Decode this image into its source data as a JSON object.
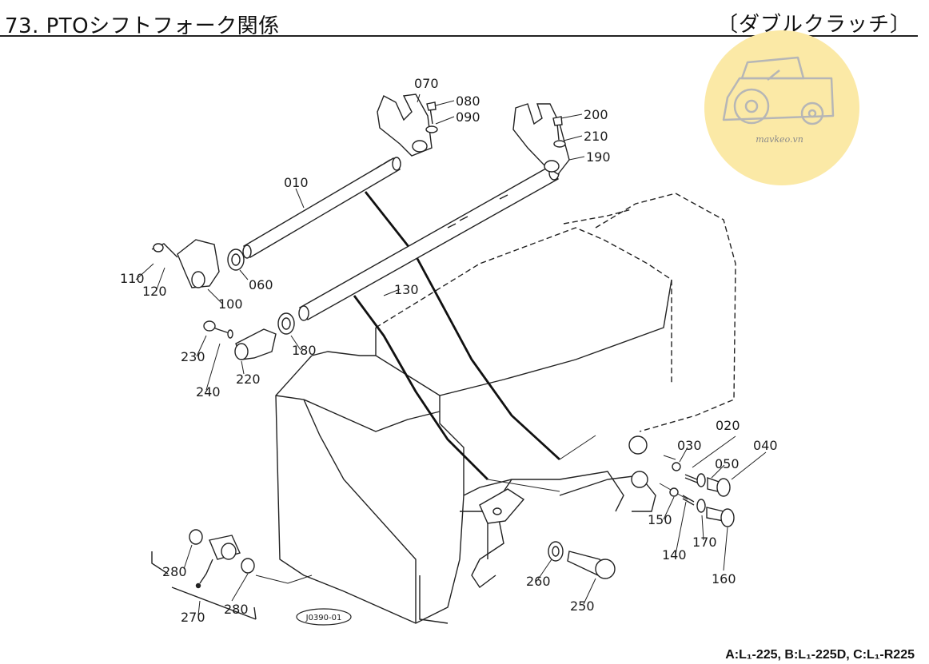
{
  "header": {
    "title": "73. PTOシフトフォーク関係",
    "subtitle": "〔ダブルクラッチ〕"
  },
  "parts": {
    "p010": "010",
    "p020": "020",
    "p030": "030",
    "p040": "040",
    "p050": "050",
    "p060": "060",
    "p070": "070",
    "p080": "080",
    "p090": "090",
    "p100": "100",
    "p110": "110",
    "p120": "120",
    "p130": "130",
    "p140": "140",
    "p150": "150",
    "p160": "160",
    "p170": "170",
    "p180": "180",
    "p190": "190",
    "p200": "200",
    "p210": "210",
    "p220": "220",
    "p230": "230",
    "p240": "240",
    "p250": "250",
    "p260": "260",
    "p270": "270",
    "p280a": "280",
    "p280b": "280"
  },
  "reference_code": "J0390-01",
  "watermark": {
    "text": "mavkeo.vn",
    "icon": "tractor-icon",
    "color": "#fbe9a6"
  },
  "footer": {
    "models": "A:L₁-225, B:L₁-225D, C:L₁-R225"
  }
}
